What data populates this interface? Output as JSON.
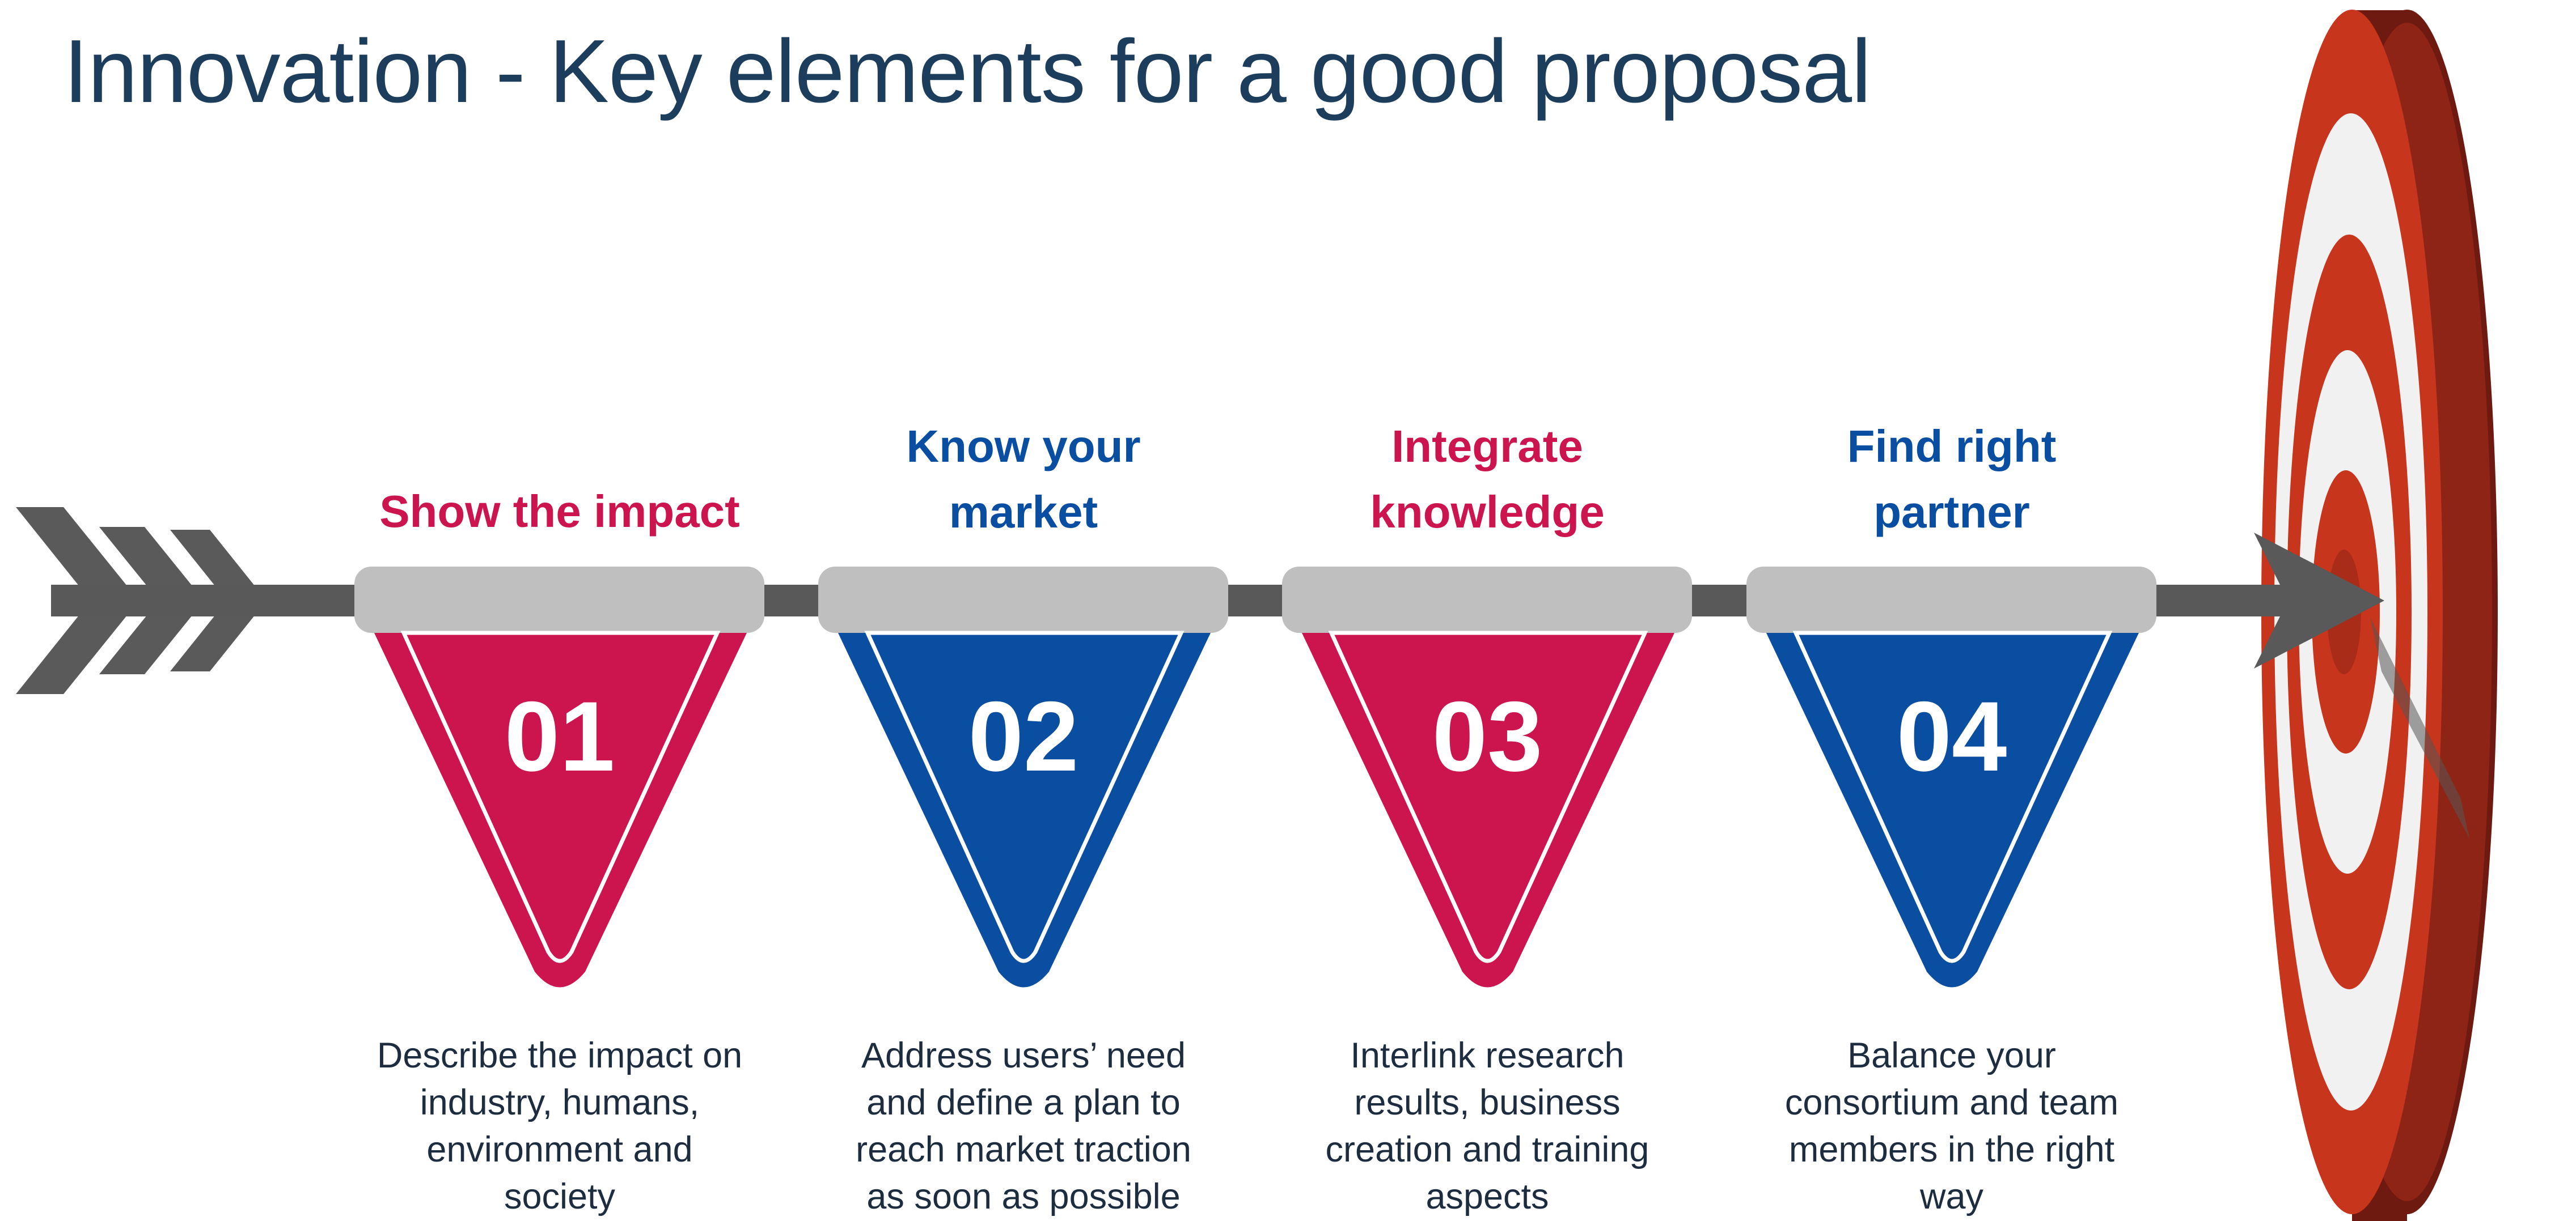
{
  "title": "Innovation - Key elements for a good proposal",
  "colors": {
    "title": "#1d3d5c",
    "crimson": "#cc154e",
    "blue": "#0a4ea2",
    "bar": "#bfbfbf",
    "arrow": "#595959",
    "target_red": "#c7351d",
    "target_dark": "#6e1a10"
  },
  "steps": [
    {
      "number": "01",
      "heading": "Show the impact",
      "description": "Describe the impact on\nindustry, humans,\nenvironment and\nsociety",
      "color": "crimson"
    },
    {
      "number": "02",
      "heading": "Know your\nmarket",
      "description": "Address users’ need\nand define a plan to\nreach market traction\nas soon as possible",
      "color": "blue"
    },
    {
      "number": "03",
      "heading": "Integrate\nknowledge",
      "description": "Interlink research\nresults, business\ncreation and training\naspects",
      "color": "crimson"
    },
    {
      "number": "04",
      "heading": "Find right\npartner",
      "description": "Balance your\nconsortium and team\nmembers in the right\nway",
      "color": "blue"
    }
  ]
}
